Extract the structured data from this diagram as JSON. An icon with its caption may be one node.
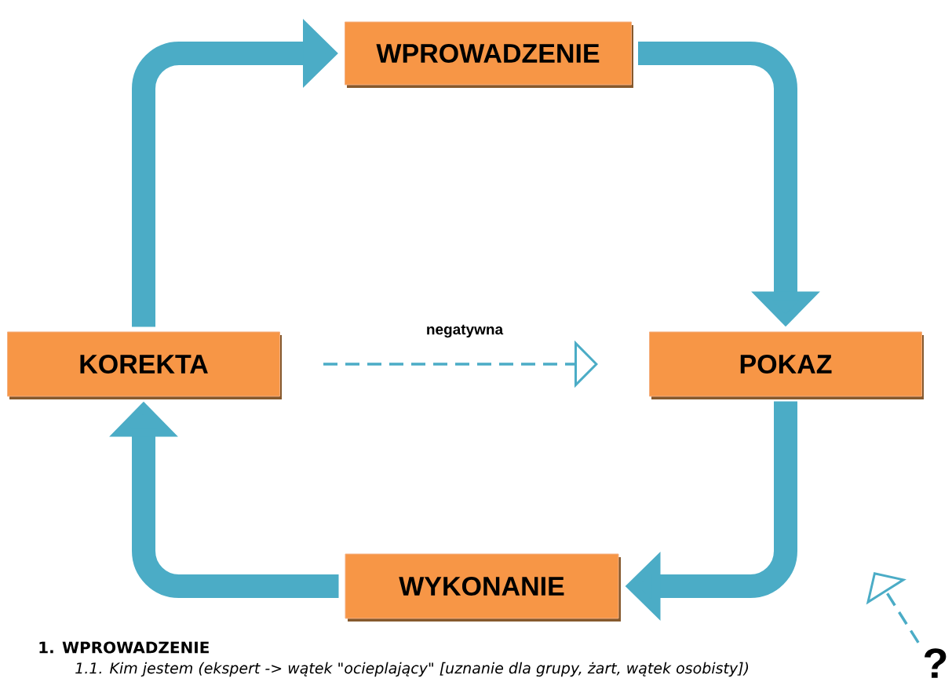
{
  "diagram": {
    "nodes": [
      {
        "text": [
          "WPROWADZENIE"
        ]
      },
      {
        "text": [
          "POKAZ"
        ]
      },
      {
        "text": [
          "WYKONANIE"
        ]
      },
      {
        "text": [
          "KOREKTA"
        ]
      },
      {
        "text": [
          "?"
        ]
      }
    ],
    "edges": [
      {
        "from": 3,
        "to": 0,
        "arrow": "to"
      },
      {
        "from": 0,
        "to": 1,
        "arrow": "to"
      },
      {
        "from": 1,
        "to": 2,
        "arrow": "to"
      },
      {
        "from": 2,
        "to": 3,
        "arrow": "to"
      },
      {
        "from": 3,
        "to": 1,
        "arrow": "to",
        "label": "negatywna",
        "style": "dashed"
      },
      {
        "from": 4,
        "to": null,
        "arrow": "to",
        "style": "dashed"
      }
    ],
    "labels": [
      "1. WPROWADZENIE",
      "1.1. Kim jestem (ekspert -> wątek \"ocieplający\" [uznanie dla grupy, żart, wątek osobisty])"
    ]
  }
}
